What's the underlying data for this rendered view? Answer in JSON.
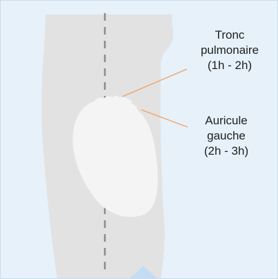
{
  "labels": {
    "pulmonary_trunk": {
      "line1": "Tronc",
      "line2": "pulmonaire",
      "line3": "(1h - 2h)"
    },
    "left_auricle": {
      "line1": "Auricule",
      "line2": "gauche",
      "line3": "(2h - 3h)"
    }
  },
  "colors": {
    "background": "#e6f1fa",
    "torso": "#e2e2e2",
    "heart": "#f4f4f4",
    "midline": "#8a8a8a",
    "leader_lines": "#f0a060",
    "pointer": "#c3dcf3"
  }
}
